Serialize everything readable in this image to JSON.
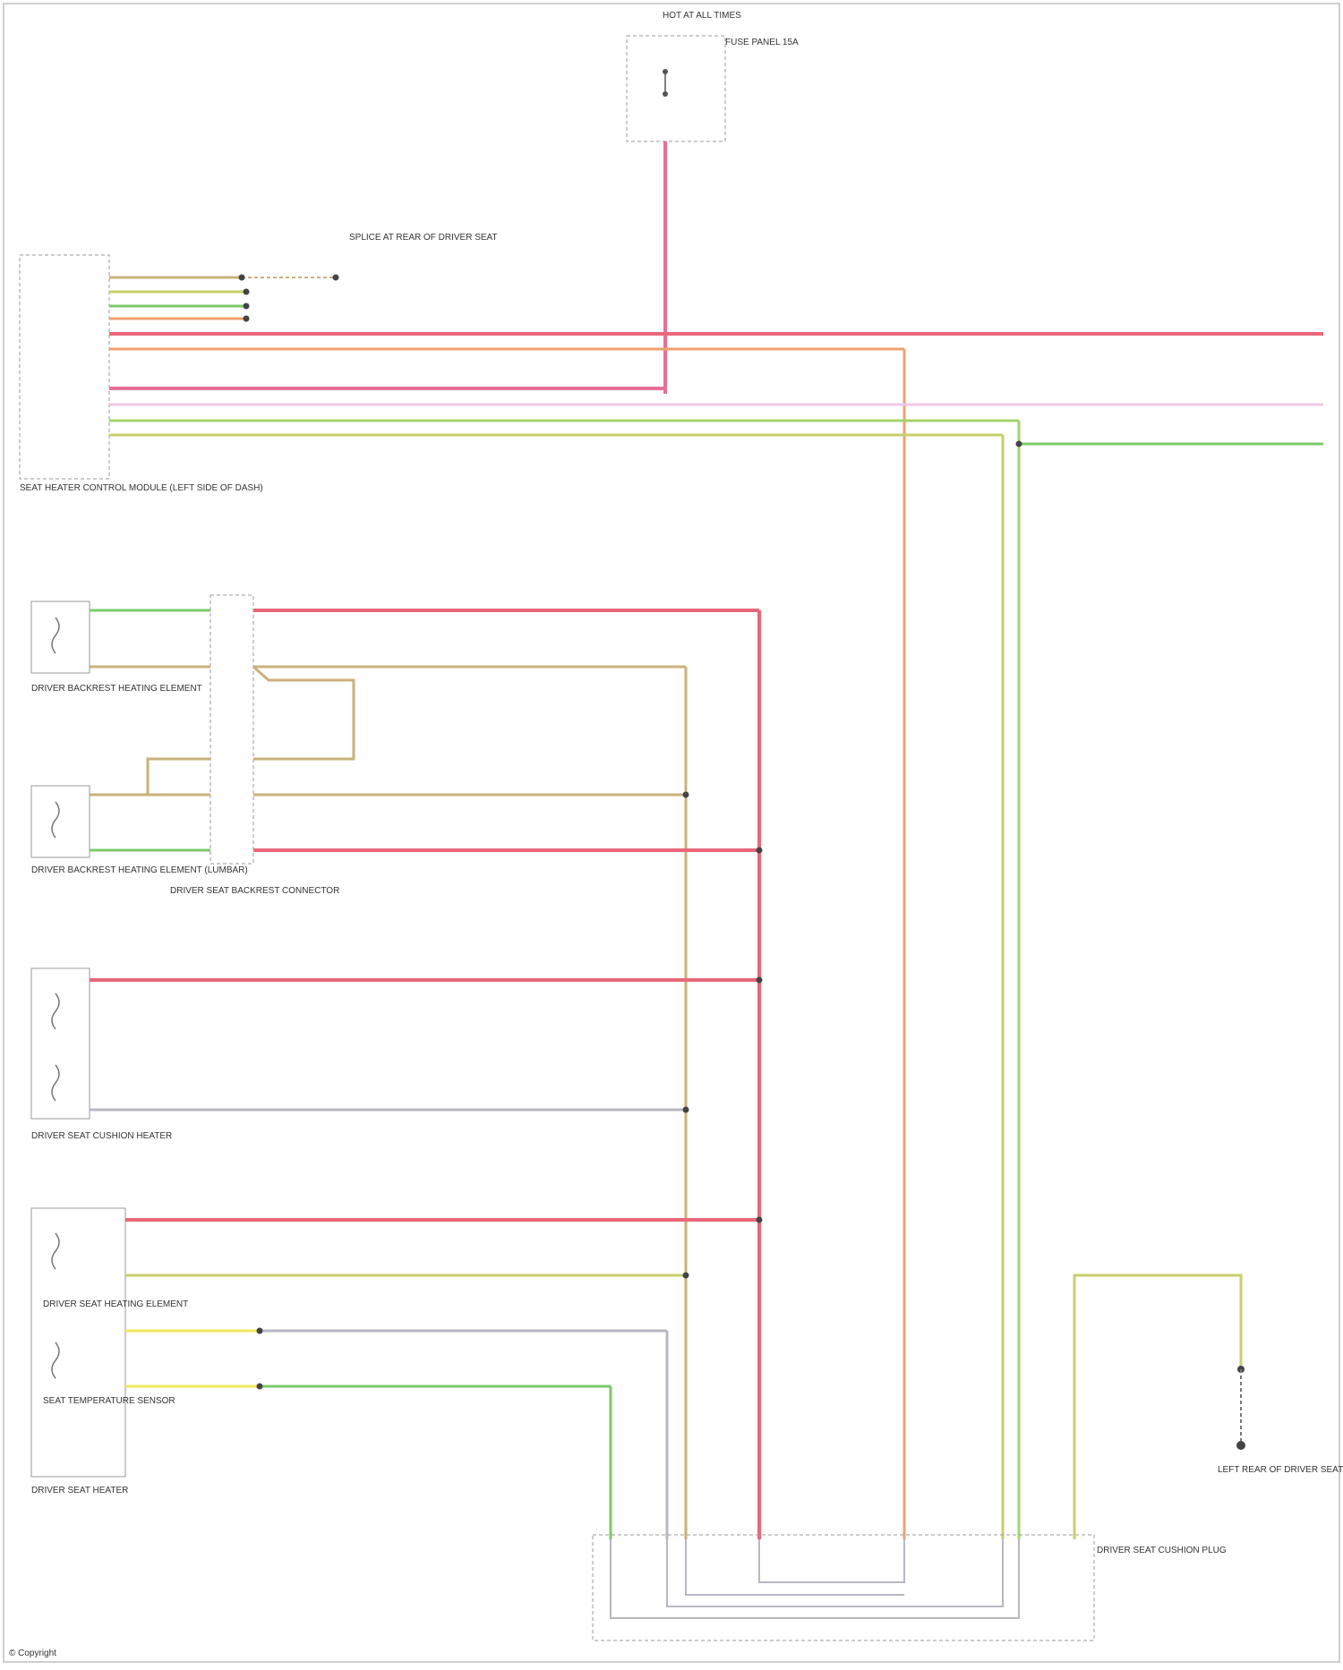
{
  "colors": {
    "red": "#e8677a",
    "pink": "#e86f9a",
    "orange": "#f0a070",
    "green": "#7cc96a",
    "tan": "#c9b27a",
    "yellowgreen": "#c8cf6a",
    "yellow": "#efe85a",
    "gray": "#b8b8c4",
    "lightpink": "#f3c7e6",
    "lime": "#a4d36c",
    "frame": "#9a9a9a"
  },
  "labels": {
    "hot": "HOT AT ALL TIMES",
    "fuse": "FUSE PANEL 15A",
    "module": "SEAT HEATER CONTROL MODULE (LEFT SIDE OF DASH)",
    "splice": "SPLICE AT REAR OF DRIVER SEAT",
    "backrest1": "DRIVER BACKREST HEATING ELEMENT",
    "backrest2": "DRIVER BACKREST HEATING ELEMENT (LUMBAR)",
    "connector": "DRIVER SEAT BACKREST CONNECTOR",
    "cushion": "DRIVER SEAT CUSHION HEATER",
    "seatheat": "DRIVER SEAT HEATING ELEMENT",
    "temp": "SEAT TEMPERATURE SENSOR",
    "driverseat": "DRIVER SEAT HEATER",
    "bottom_conn": "DRIVER SEAT CUSHION PLUG",
    "ground": "LEFT REAR OF DRIVER SEAT",
    "footer": "© Copyright"
  }
}
